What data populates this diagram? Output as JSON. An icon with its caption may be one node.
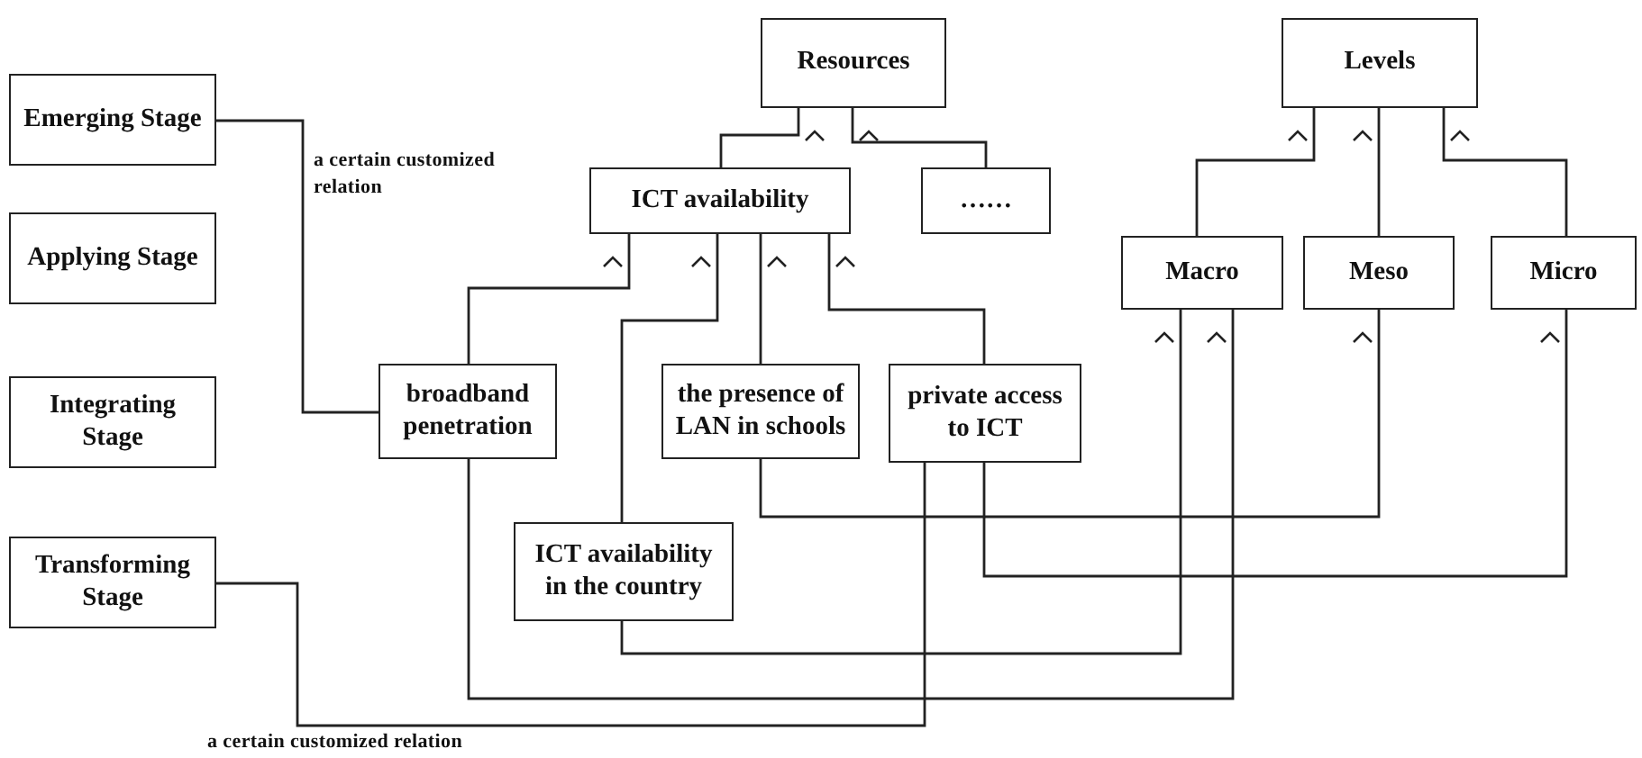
{
  "diagram": {
    "nodes": [
      {
        "text": [
          "Emerging Stage"
        ]
      },
      {
        "text": [
          "Applying Stage"
        ]
      },
      {
        "text": [
          "Integrating Stage"
        ]
      },
      {
        "text": [
          "Transforming Stage"
        ]
      },
      {
        "text": [
          "Resources"
        ]
      },
      {
        "text": [
          "Levels"
        ]
      },
      {
        "text": [
          "ICT availability"
        ]
      },
      {
        "text": [
          "……"
        ]
      },
      {
        "text": [
          "Macro"
        ]
      },
      {
        "text": [
          "Meso"
        ]
      },
      {
        "text": [
          "Micro"
        ]
      },
      {
        "text": [
          "broadband penetration"
        ]
      },
      {
        "text": [
          "the presence of LAN in schools"
        ]
      },
      {
        "text": [
          "private access to ICT"
        ]
      },
      {
        "text": [
          "ICT availability in the country"
        ]
      }
    ],
    "edges": [
      {
        "from": 0,
        "to": 11,
        "arrow": "none",
        "label": "a certain customized relation"
      },
      {
        "from": 6,
        "to": 4,
        "arrow": "to"
      },
      {
        "from": 7,
        "to": 4,
        "arrow": "to"
      },
      {
        "from": 11,
        "to": 6,
        "arrow": "to"
      },
      {
        "from": 14,
        "to": 6,
        "arrow": "to"
      },
      {
        "from": 12,
        "to": 6,
        "arrow": "to"
      },
      {
        "from": 13,
        "to": 6,
        "arrow": "to"
      },
      {
        "from": 8,
        "to": 5,
        "arrow": "to"
      },
      {
        "from": 9,
        "to": 5,
        "arrow": "to"
      },
      {
        "from": 10,
        "to": 5,
        "arrow": "to"
      },
      {
        "from": 14,
        "to": 8,
        "arrow": "to"
      },
      {
        "from": 11,
        "to": 8,
        "arrow": "to"
      },
      {
        "from": 12,
        "to": 9,
        "arrow": "to"
      },
      {
        "from": 13,
        "to": 10,
        "arrow": "to"
      },
      {
        "from": 3,
        "to": 13,
        "arrow": "none",
        "label": "a certain customized relation"
      }
    ]
  }
}
